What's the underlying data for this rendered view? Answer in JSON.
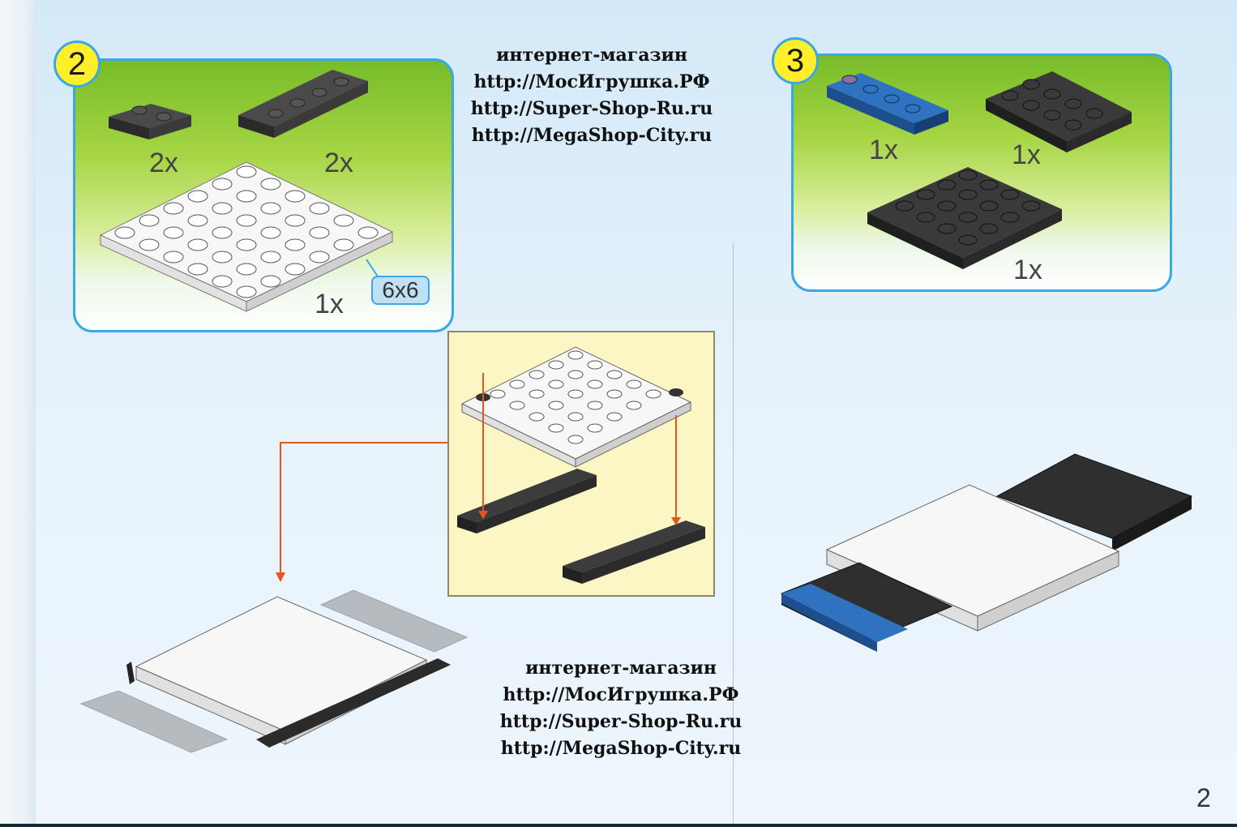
{
  "step2": {
    "number": "2",
    "parts": [
      {
        "name": "plate-1x2-rail",
        "color": "#2b2b2b",
        "quantity": "2x"
      },
      {
        "name": "plate-1x4-rail",
        "color": "#2b2b2b",
        "quantity": "2x"
      },
      {
        "name": "plate-6x6",
        "color": "#ffffff",
        "quantity": "1x",
        "size_label": "6x6"
      }
    ]
  },
  "step3": {
    "number": "3",
    "parts": [
      {
        "name": "plate-1x4-blue",
        "color": "#1f5fa8",
        "quantity": "1x"
      },
      {
        "name": "plate-2x4-black",
        "color": "#2b2b2b",
        "quantity": "1x"
      },
      {
        "name": "plate-4x4-black",
        "color": "#2b2b2b",
        "quantity": "1x"
      }
    ]
  },
  "shop_ad_top": [
    "интернет-магазин",
    "http://МосИгрушка.РФ",
    "http://Super-Shop-Ru.ru",
    "http://MegaShop-City.ru"
  ],
  "shop_ad_bottom": [
    "интернет-магазин",
    "http://МосИгрушка.РФ",
    "http://Super-Shop-Ru.ru",
    "http://MegaShop-City.ru"
  ],
  "page_number": "2",
  "colors": {
    "border_blue": "#3aa7e6",
    "badge_yellow": "#ffef2a",
    "green": "#77bc29",
    "arrow_orange": "#e8561f",
    "detail_bg": "#fbf6c3"
  }
}
